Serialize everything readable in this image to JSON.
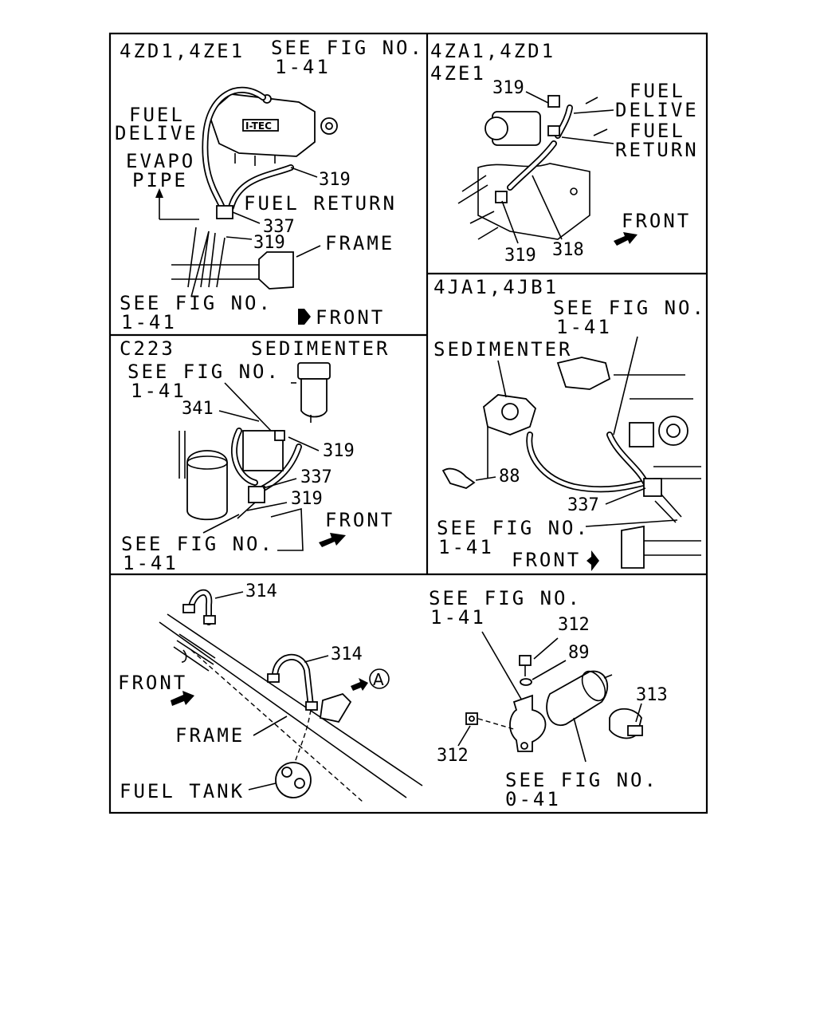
{
  "panel_tl": {
    "engine_line1": "4ZD1,4ZE1",
    "see_fig_top_1": "SEE FIG NO.",
    "see_fig_top_2": "1-41",
    "fuel_delive_1": "FUEL",
    "fuel_delive_2": "DELIVE",
    "evapo_1": "EVAPO",
    "evapo_2": "PIPE",
    "itec": "I-TEC",
    "num_319a": "319",
    "fuel_return": "FUEL RETURN",
    "num_337": "337",
    "num_319b": "319",
    "frame": "FRAME",
    "see_fig_bottom_1": "SEE FIG NO.",
    "see_fig_bottom_2": "1-41",
    "front": "FRONT"
  },
  "panel_tr": {
    "engine_line1": "4ZA1,4ZD1",
    "engine_line2": "4ZE1",
    "num_319a": "319",
    "fuel_delive_1": "FUEL",
    "fuel_delive_2": "DELIVE",
    "fuel_return_1": "FUEL",
    "fuel_return_2": "RETURN",
    "front": "FRONT",
    "num_319b": "319",
    "num_318": "318"
  },
  "panel_ml": {
    "engine": "C223",
    "sedimenter": "SEDIMENTER",
    "see_fig_top_1": "SEE FIG NO.",
    "see_fig_top_2": "1-41",
    "num_341": "341",
    "num_319a": "319",
    "num_337": "337",
    "num_319b": "319",
    "front": "FRONT",
    "see_fig_bottom_1": "SEE FIG NO.",
    "see_fig_bottom_2": "1-41"
  },
  "panel_mr": {
    "engine": "4JA1,4JB1",
    "see_fig_top_1": "SEE FIG NO.",
    "see_fig_top_2": "1-41",
    "sedimenter": "SEDIMENTER",
    "num_88": "88",
    "num_337": "337",
    "see_fig_bottom_1": "SEE FIG NO.",
    "see_fig_bottom_2": "1-41",
    "front": "FRONT"
  },
  "panel_bottom": {
    "num_314a": "314",
    "num_314b": "314",
    "front": "FRONT",
    "circle_a": "A",
    "frame": "FRAME",
    "fuel_tank": "FUEL TANK",
    "see_fig_top_1": "SEE FIG NO.",
    "see_fig_top_2": "1-41",
    "num_312a": "312",
    "num_89": "89",
    "num_313": "313",
    "num_312b": "312",
    "see_fig_bottom_1": "SEE FIG NO.",
    "see_fig_bottom_2": "0-41"
  }
}
